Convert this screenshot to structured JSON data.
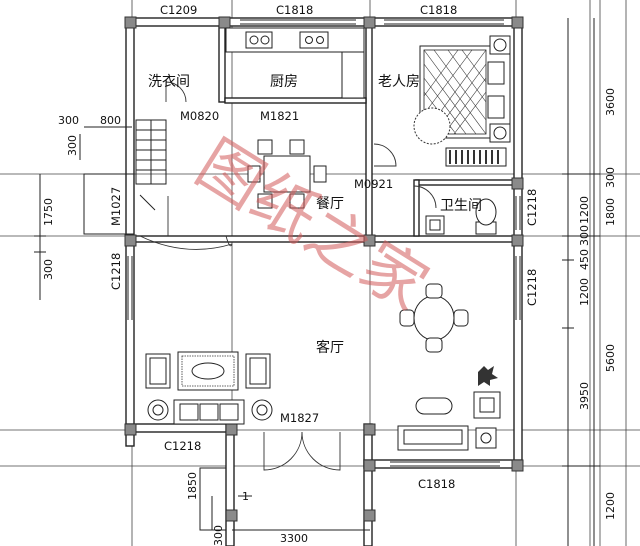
{
  "rooms": {
    "laundry": "洗衣间",
    "kitchen": "厨房",
    "elder_bedroom": "老人房",
    "dining": "餐厅",
    "bathroom": "卫生间",
    "living": "客厅"
  },
  "windows": {
    "top_left": "C1209",
    "top_mid": "C1818",
    "top_right": "C1818",
    "left": "C1218",
    "right_upper": "C1218",
    "right_lower": "C1218",
    "bottom_left": "C1218",
    "bottom_right": "C1818"
  },
  "doors": {
    "laundry": "M0820",
    "kitchen": "M1821",
    "stair": "M1027",
    "elder": "M0921",
    "entrance": "M1827"
  },
  "dimensions": {
    "right_outer": [
      "3600",
      "1800",
      "300",
      "5600",
      "1200"
    ],
    "right_inner": [
      "300",
      "1200",
      "450",
      "1200",
      "3950"
    ],
    "left": [
      "1750",
      "300"
    ],
    "stair_w": "800",
    "stair_a": "300",
    "stair_b": "300",
    "porch": "1850",
    "bottom": "3300",
    "bottom_small": "300"
  },
  "marks": {
    "axis_one": "1"
  },
  "watermark": "图纸之家"
}
